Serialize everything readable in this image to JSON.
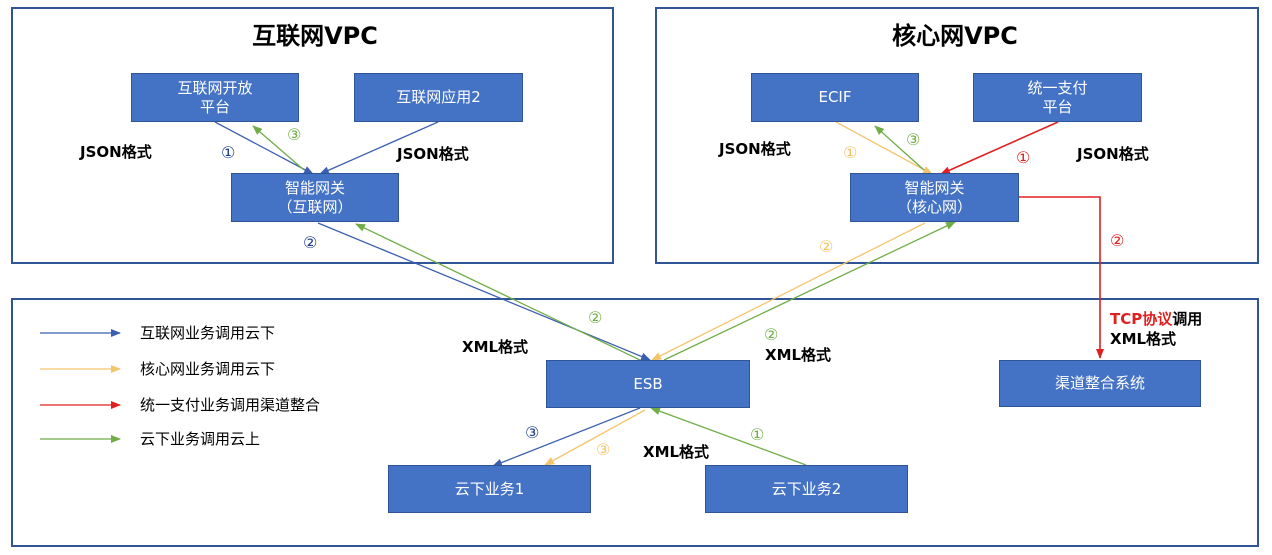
{
  "colors": {
    "blue": "#3B5FB0",
    "orange": "#F4C46A",
    "red": "#E02020",
    "green": "#70AD47",
    "box": "#4472C4",
    "border": "#2F5597"
  },
  "panels": {
    "internet_vpc": {
      "title": "互联网VPC"
    },
    "core_vpc": {
      "title": "核心网VPC"
    }
  },
  "nodes": {
    "internet_open_platform": "互联网开放\n平台",
    "internet_app2": "互联网应用2",
    "gateway_internet": "智能网关\n（互联网）",
    "ecif": "ECIF",
    "unified_payment": "统一支付\n平台",
    "gateway_core": "智能网关\n（核心网）",
    "esb": "ESB",
    "channel_integration": "渠道整合系统",
    "cloud_biz1": "云下业务1",
    "cloud_biz2": "云下业务2"
  },
  "labels": {
    "json_left": "JSON格式",
    "json_mid": "JSON格式",
    "json_core_left": "JSON格式",
    "json_core_right": "JSON格式",
    "xml_left": "XML格式",
    "xml_right": "XML格式",
    "xml_bottom": "XML格式",
    "tcp_red": "TCP协议",
    "tcp_black": "调用",
    "tcp_xml": "XML格式"
  },
  "legend": [
    {
      "text": "互联网业务调用云下",
      "color": "#3B5FB0"
    },
    {
      "text": "核心网业务调用云下",
      "color": "#F4C46A"
    },
    {
      "text": "统一支付业务调用渠道整合",
      "color": "#E02020"
    },
    {
      "text": "云下业务调用云上",
      "color": "#70AD47"
    }
  ],
  "step_markers": {
    "one": "①",
    "two": "②",
    "three": "③"
  }
}
